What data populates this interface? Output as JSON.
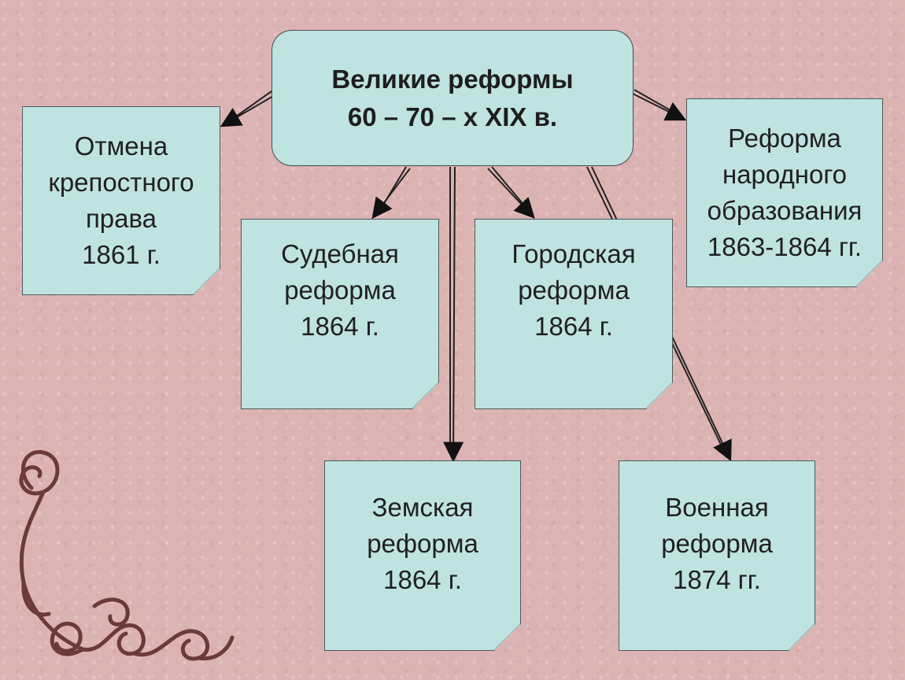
{
  "title": {
    "line1": "Великие реформы",
    "line2": "60 – 70 – х XIX в."
  },
  "reforms": [
    {
      "id": "serfdom",
      "text": "Отмена\nкрепостного\nправа\n1861 г."
    },
    {
      "id": "judicial",
      "text": "Судебная\nреформа\n1864 г."
    },
    {
      "id": "city",
      "text": "Городская\nреформа\n1864 г."
    },
    {
      "id": "education",
      "text": "Реформа\nнародного\nобразования\n1863-1864 гг."
    },
    {
      "id": "zemstvo",
      "text": "Земская\nреформа\n1864 г."
    },
    {
      "id": "military",
      "text": "Военная\nреформа\n1874 гг."
    }
  ],
  "colors": {
    "box_fill": "#bfe3e0",
    "background": "#dcb3b3",
    "ornament": "#6b3a3a"
  }
}
